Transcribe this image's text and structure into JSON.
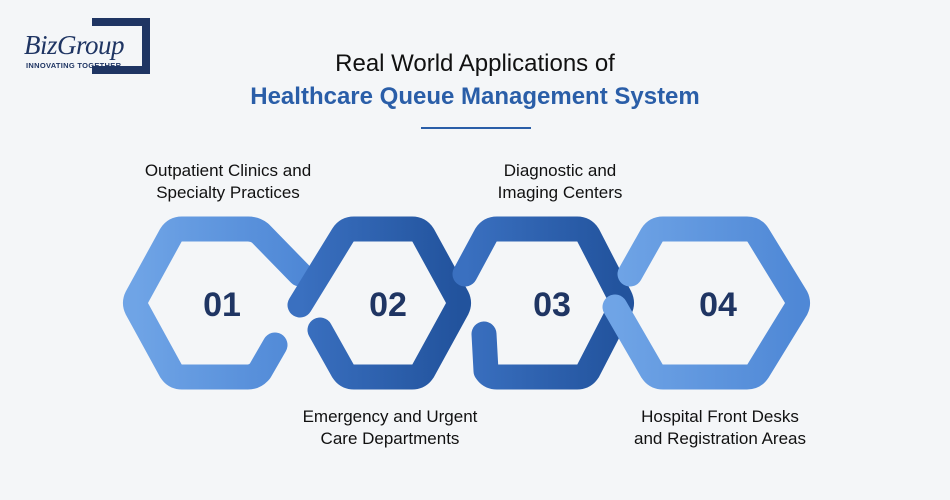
{
  "logo": {
    "text": "BizGroup",
    "tagline": "INNOVATING TOGETHER"
  },
  "title": {
    "line1": "Real World Applications of",
    "line2": "Healthcare Queue Management System"
  },
  "steps": [
    {
      "number": "01",
      "label_line1": "Outpatient Clinics and",
      "label_line2": "Specialty Practices"
    },
    {
      "number": "02",
      "label_line1": "Emergency and Urgent",
      "label_line2": "Care Departments"
    },
    {
      "number": "03",
      "label_line1": "Diagnostic and",
      "label_line2": "Imaging Centers"
    },
    {
      "number": "04",
      "label_line1": "Hospital Front Desks",
      "label_line2": "and Registration Areas"
    }
  ],
  "colors": {
    "light_blue": "#5f98e0",
    "dark_blue": "#2a5ea8",
    "navy": "#1f3563",
    "background": "#f4f6f8"
  }
}
